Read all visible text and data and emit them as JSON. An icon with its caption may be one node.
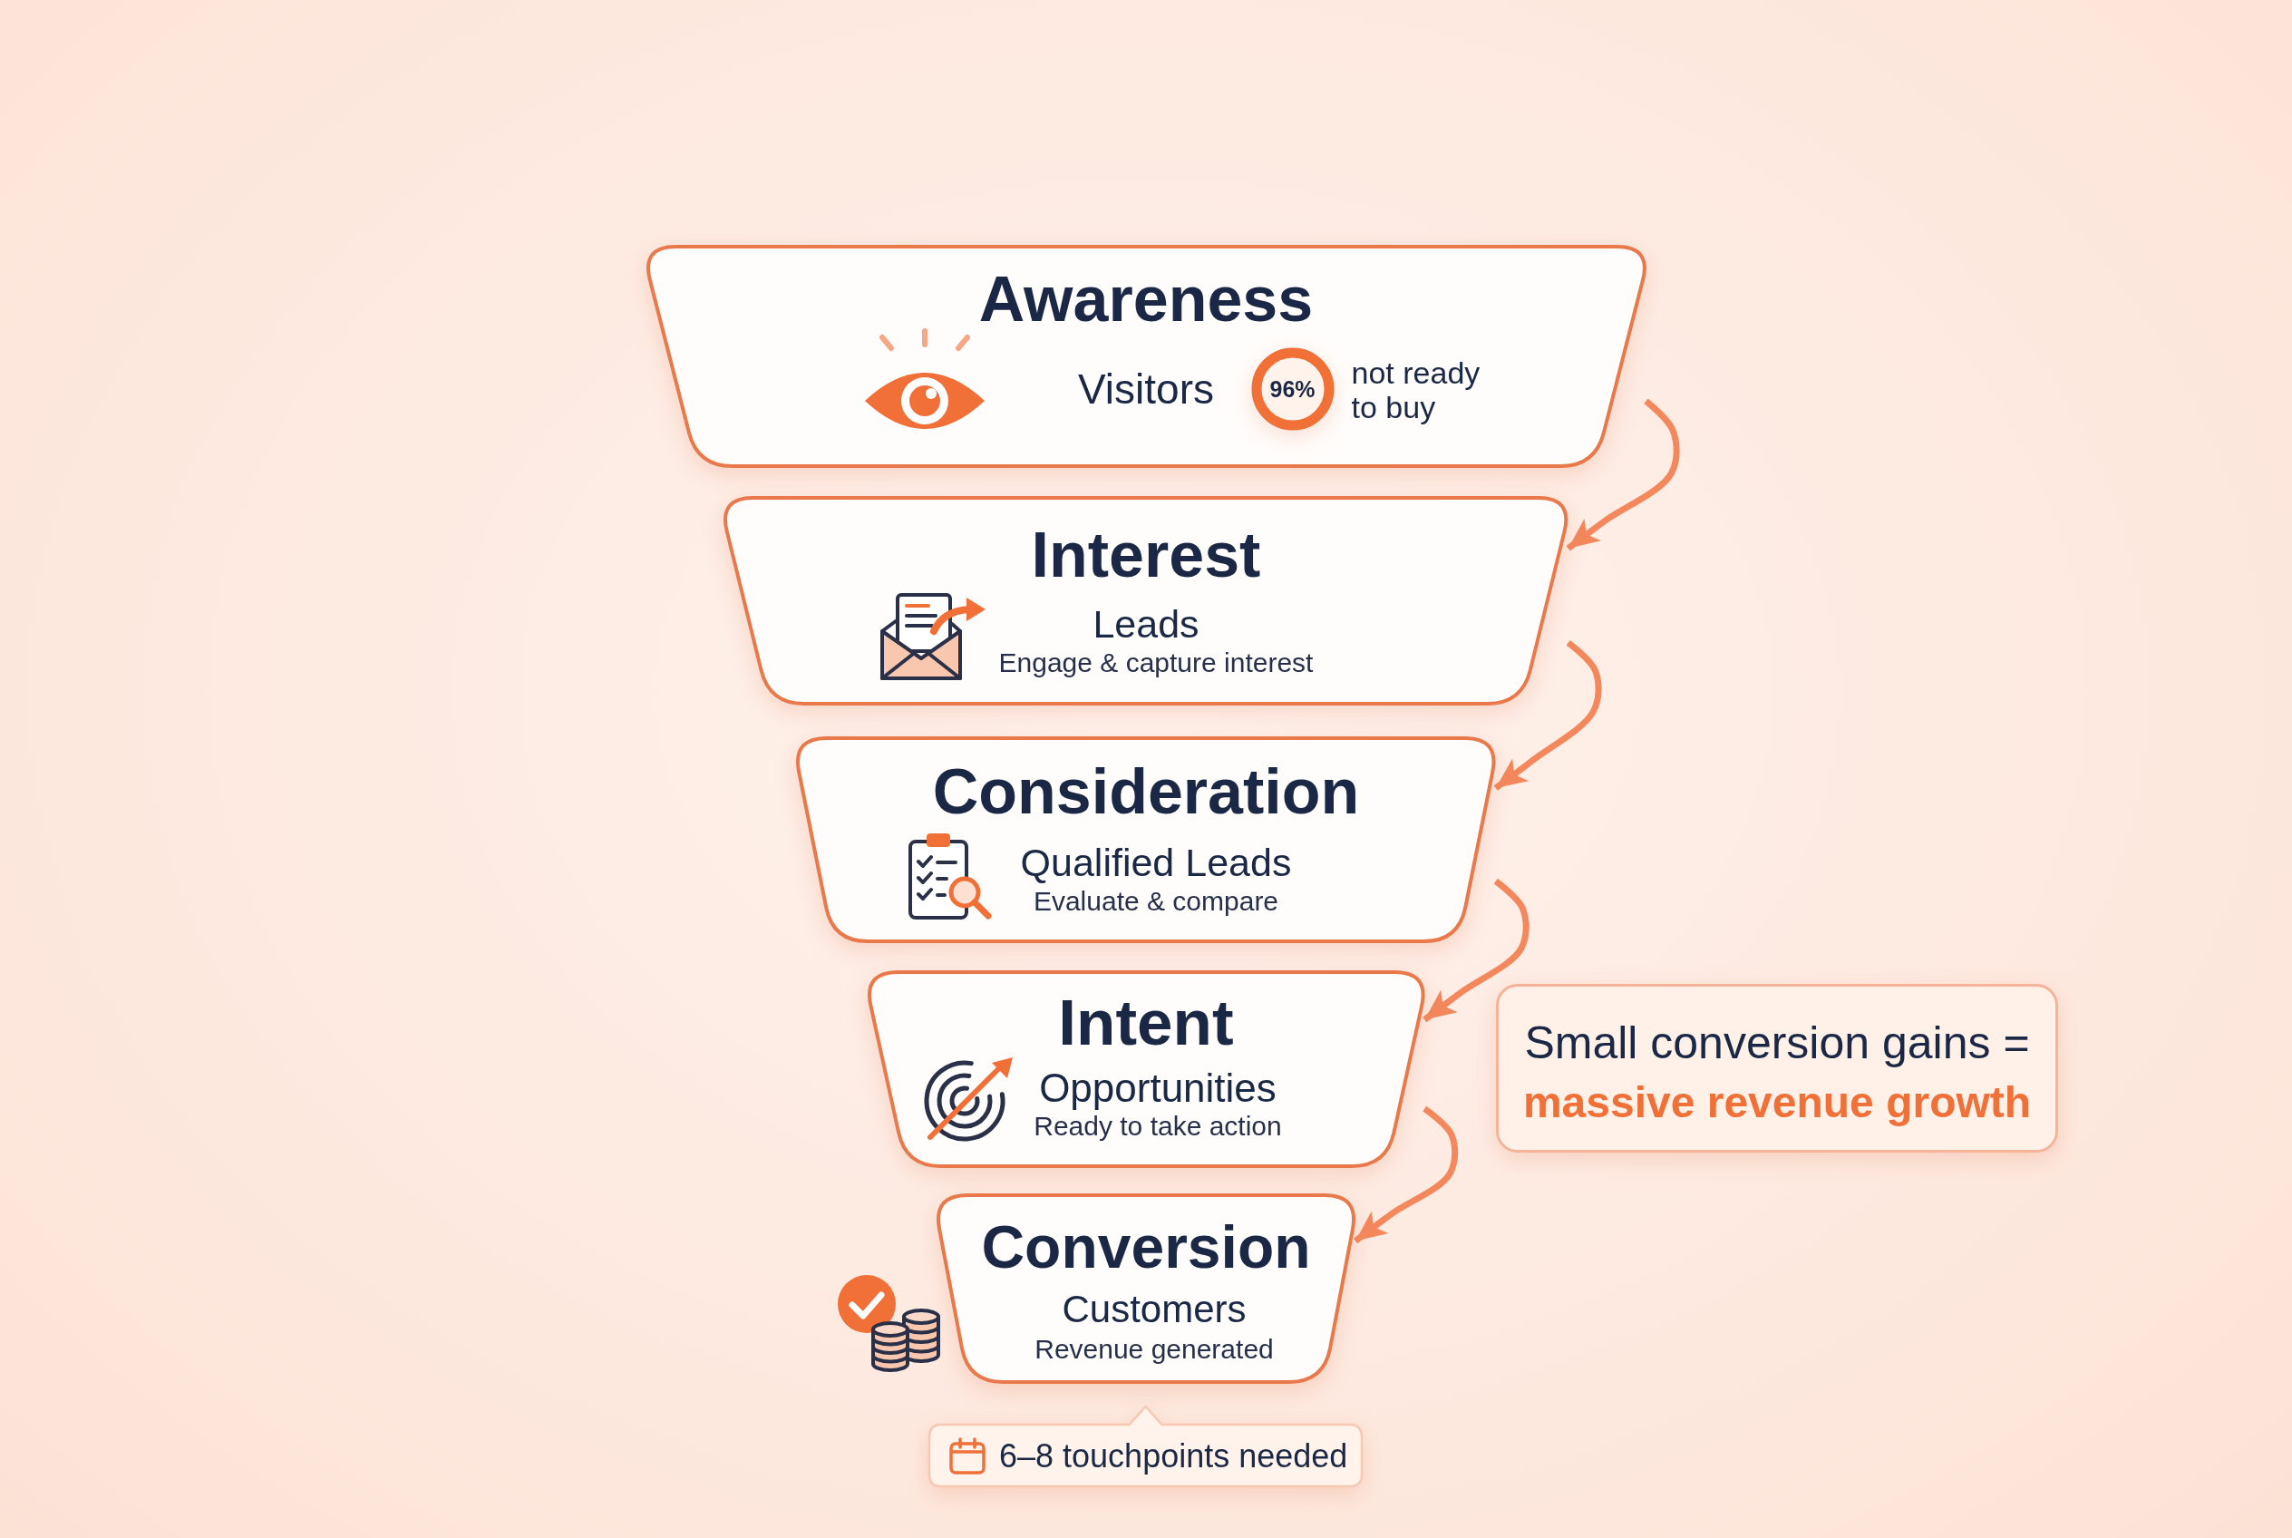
{
  "diagram": {
    "nodes": [
      {
        "text": [
          "Awareness",
          "Visitors"
        ]
      },
      {
        "text": [
          "96%"
        ],
        "in": 0,
        "beside": [
          "not ready to buy"
        ]
      },
      {
        "text": [
          "Interest",
          "Leads",
          "Engage & capture interest"
        ]
      },
      {
        "text": [
          "Consideration",
          "Qualified Leads",
          "Evaluate & compare"
        ]
      },
      {
        "text": [
          "Intent",
          "Opportunities",
          "Ready to take action"
        ]
      },
      {
        "text": [
          "Conversion",
          "Customers",
          "Revenue generated"
        ]
      },
      {
        "text": [
          "Small conversion gains =",
          "massive revenue growth"
        ]
      },
      {
        "text": [
          "6–8 touchpoints needed"
        ]
      }
    ],
    "edges": [
      {
        "from": 0,
        "to": 2,
        "arrow": "to"
      },
      {
        "from": 2,
        "to": 3,
        "arrow": "to"
      },
      {
        "from": 3,
        "to": 4,
        "arrow": "to"
      },
      {
        "from": 4,
        "to": 5,
        "arrow": "to"
      }
    ]
  }
}
